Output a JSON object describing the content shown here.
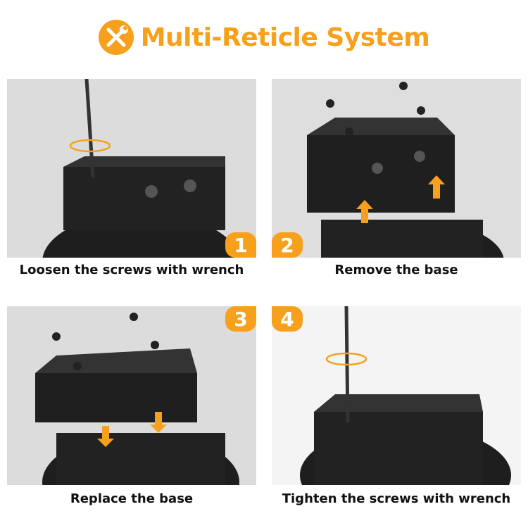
{
  "title": "Multi-Reticle System",
  "title_icon": "wrench-screwdriver-icon",
  "accent_color": "#f7a01c",
  "steps": [
    {
      "number": "1",
      "caption": "Loosen the screws with wrench"
    },
    {
      "number": "2",
      "caption": "Remove the base"
    },
    {
      "number": "3",
      "caption": "Replace the base"
    },
    {
      "number": "4",
      "caption": "Tighten the screws with wrench"
    }
  ]
}
